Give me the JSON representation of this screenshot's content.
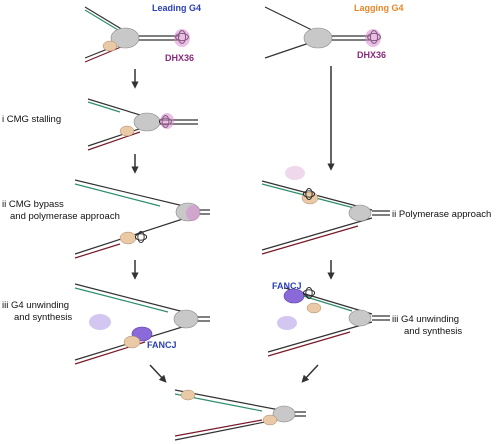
{
  "headers": {
    "leading": "Leading G4",
    "lagging": "Lagging G4"
  },
  "proteins": {
    "dhx36": "DHX36",
    "fancj": "FANCJ"
  },
  "steps": {
    "i_left": "i CMG stalling",
    "ii_left_line1": "ii CMG bypass",
    "ii_left_line2": "and polymerase approach",
    "ii_right": "ii Polymerase approach",
    "iii_line1": "iii G4 unwinding",
    "iii_line2": "and synthesis"
  },
  "colors": {
    "leading_header": "#2b3fb5",
    "lagging_header": "#e8872b",
    "dhx36": "#8a2a7a",
    "fancj": "#2b3fb5",
    "parental_strand": "#333333",
    "leading_nascent": "#2f8f6b",
    "lagging_nascent": "#7a1a2a",
    "cmg": "#c8c8c8",
    "polymerase": "#e9c9a6",
    "dhx36_fill": "#d98ad0",
    "fancj_fill": "#8a6ad8",
    "arrow": "#333333"
  },
  "icons": {
    "arrow": "down-arrow-icon",
    "g4": "g4-quadruplex-icon"
  }
}
